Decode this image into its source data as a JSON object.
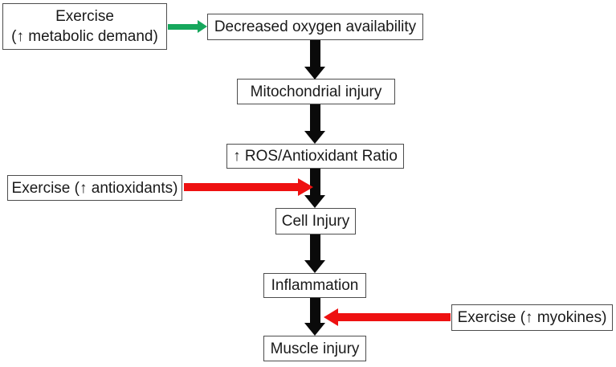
{
  "colors": {
    "green": "#16a75c",
    "red": "#ee1111",
    "ink": "#0a0a0a",
    "border": "#4d4d4d",
    "text": "#1a1a1a"
  },
  "nodes": {
    "exercise_metabolic": {
      "lines": [
        "Exercise",
        "(↑ metabolic demand)"
      ]
    },
    "decreased_oxygen": {
      "label": "Decreased oxygen availability"
    },
    "mitochondrial": {
      "label": "Mitochondrial injury"
    },
    "ros": {
      "label": "↑ ROS/Antioxidant Ratio"
    },
    "exercise_antiox": {
      "label": "Exercise (↑ antioxidants)"
    },
    "cell_injury": {
      "label": "Cell Injury"
    },
    "inflammation": {
      "label": "Inflammation"
    },
    "exercise_myokines": {
      "label": "Exercise (↑ myokines)"
    },
    "muscle_injury": {
      "label": "Muscle injury"
    }
  },
  "edges": [
    {
      "from": "exercise_metabolic",
      "to": "decreased_oxygen",
      "color": "green",
      "direction": "right"
    },
    {
      "from": "decreased_oxygen",
      "to": "mitochondrial",
      "color": "black",
      "direction": "down"
    },
    {
      "from": "mitochondrial",
      "to": "ros",
      "color": "black",
      "direction": "down"
    },
    {
      "from": "ros",
      "to": "cell_injury",
      "color": "black",
      "direction": "down"
    },
    {
      "from": "exercise_antiox",
      "to": "ros_to_cell_arrow",
      "color": "red",
      "direction": "right"
    },
    {
      "from": "cell_injury",
      "to": "inflammation",
      "color": "black",
      "direction": "down"
    },
    {
      "from": "inflammation",
      "to": "muscle_injury",
      "color": "black",
      "direction": "down"
    },
    {
      "from": "exercise_myokines",
      "to": "inflammation_to_muscle_arrow",
      "color": "red",
      "direction": "left"
    }
  ]
}
